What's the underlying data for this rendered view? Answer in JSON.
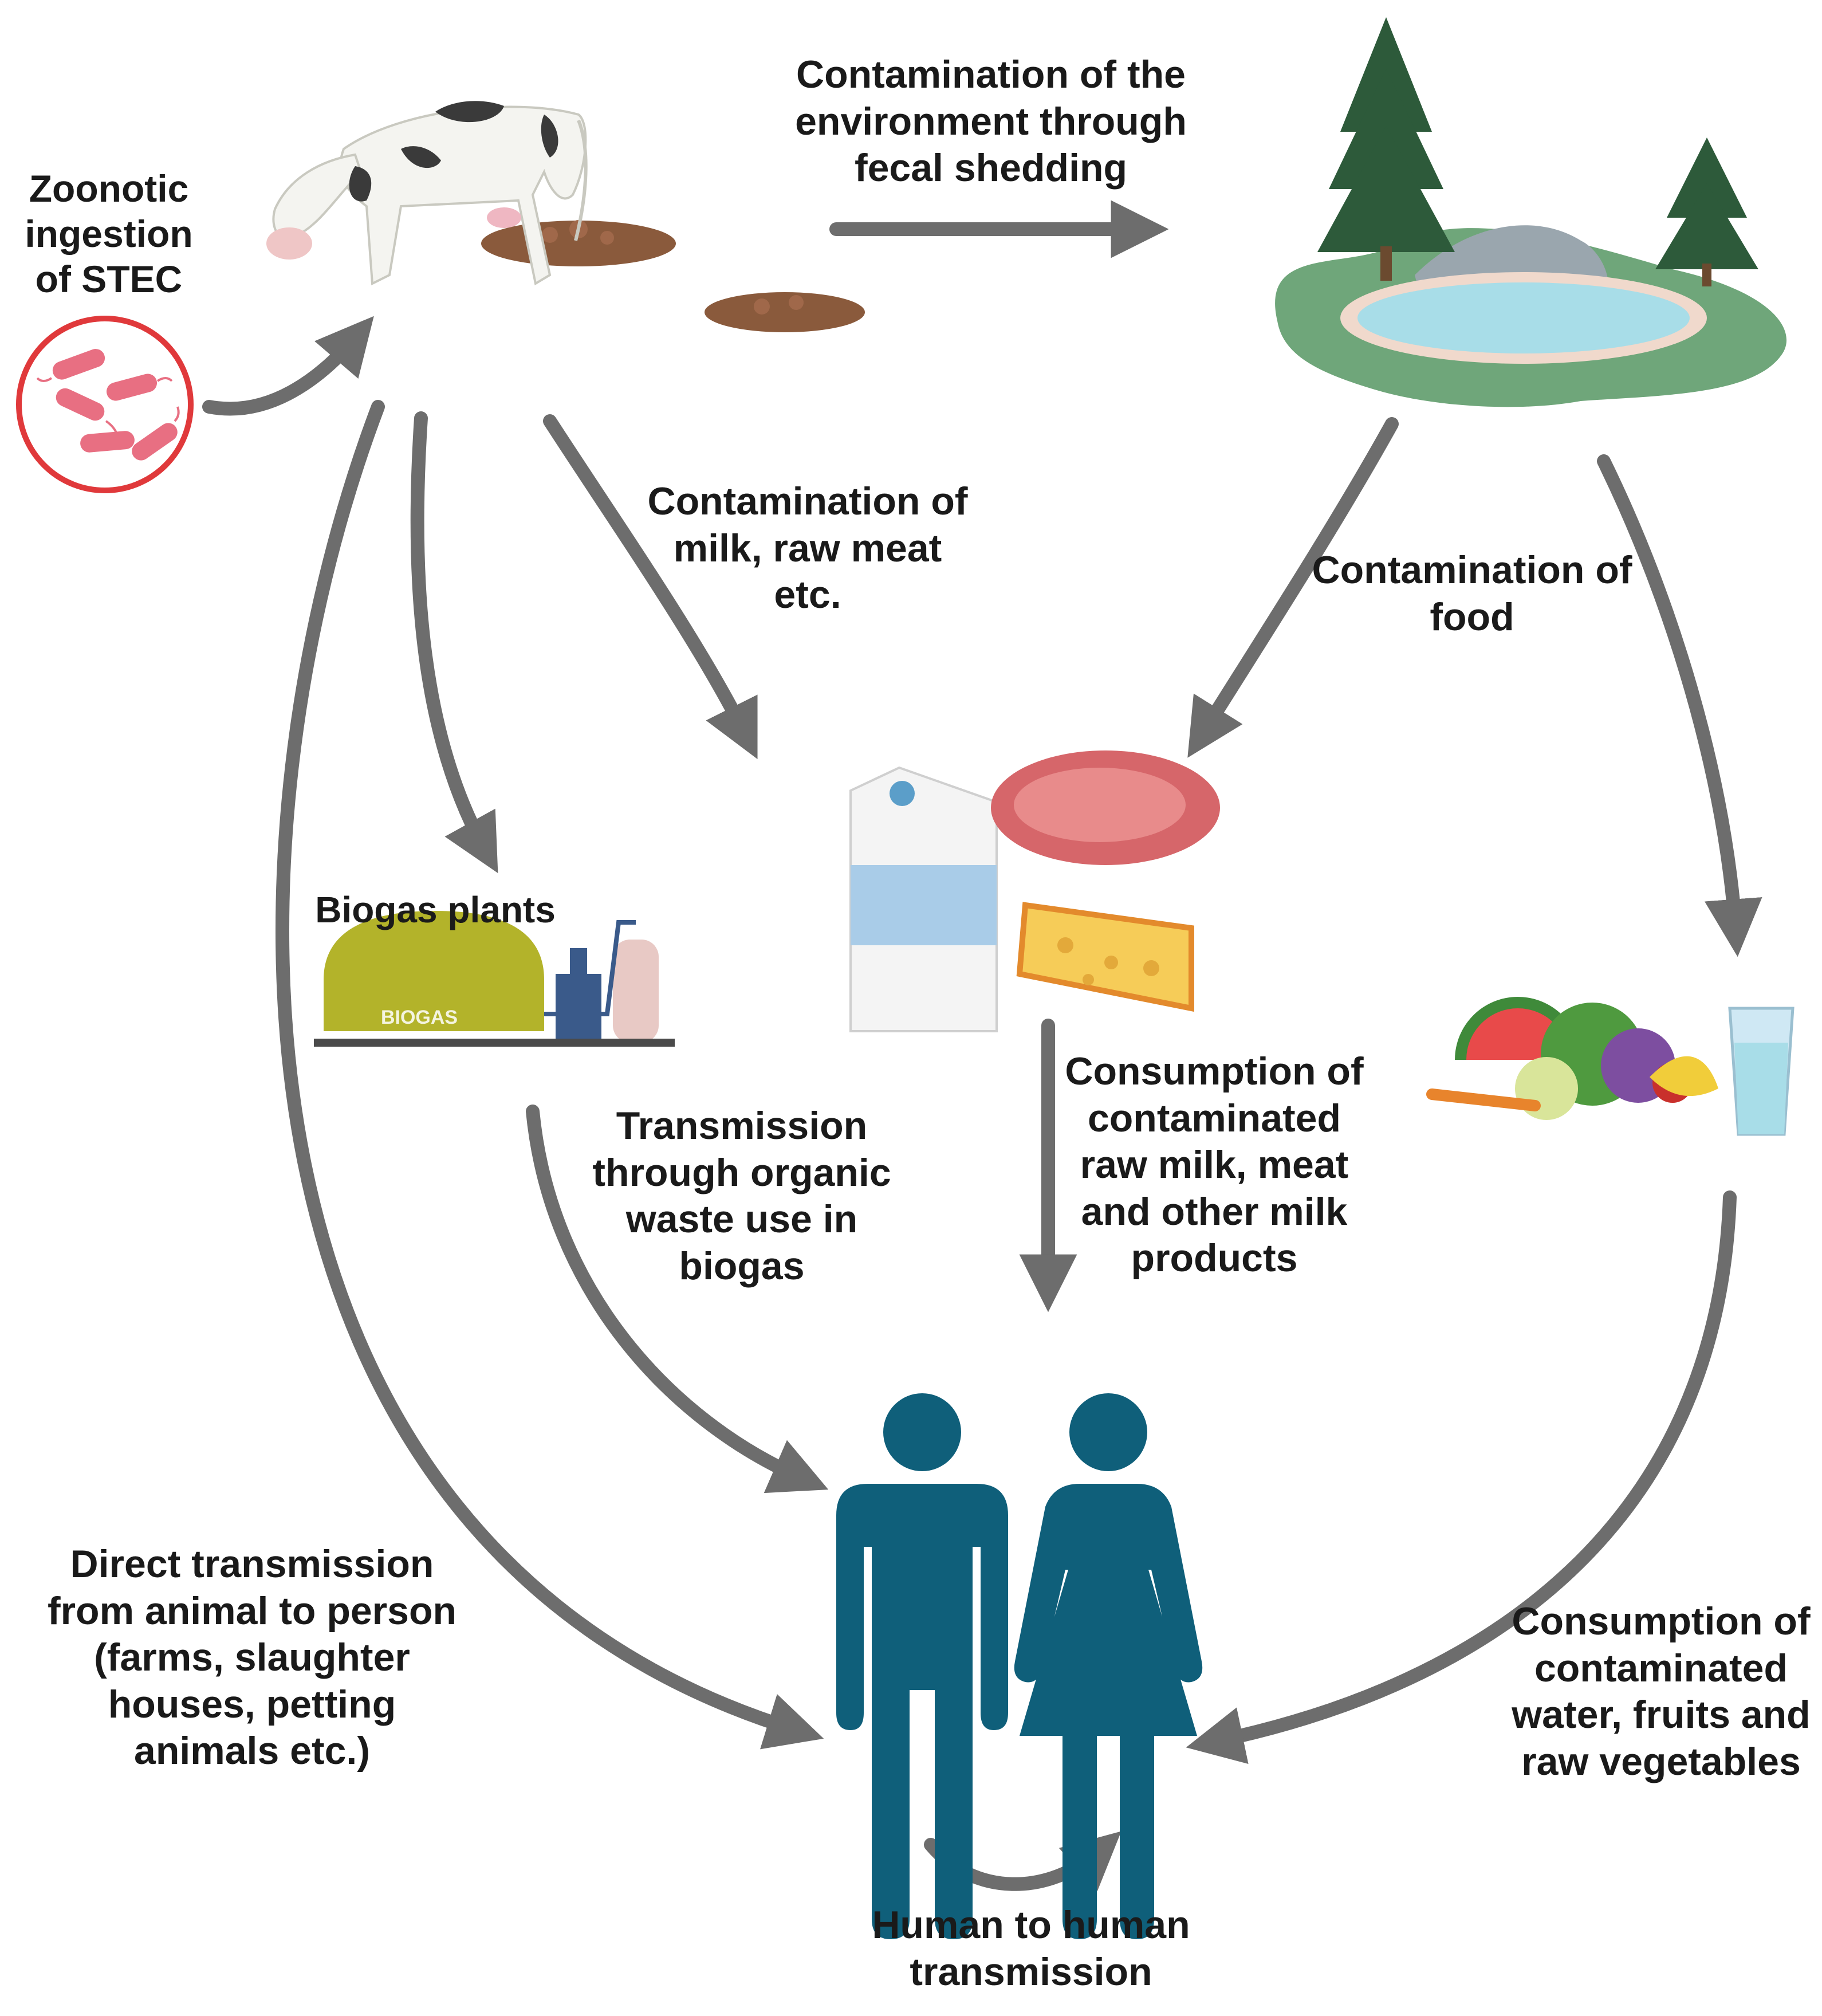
{
  "labels": {
    "zoonotic": "Zoonotic\ningestion\nof STEC",
    "fecal": "Contamination of the\nenvironment through\nfecal shedding",
    "milk_meat": "Contamination of\nmilk, raw meat\netc.",
    "food": "Contamination of\nfood",
    "biogas_plants": "Biogas plants",
    "biogas_tank": "BIOGAS",
    "organic_waste": "Transmission\nthrough organic\nwaste use in\nbiogas",
    "consumption_milk": "Consumption of\ncontaminated\nraw milk, meat\nand other milk\nproducts",
    "direct": "Direct transmission\nfrom animal to person\n(farms, slaughter\nhouses, petting\nanimals etc.)",
    "water_veg": "Consumption of\ncontaminated\nwater, fruits and\nraw vegetables",
    "human_to_human": "Human to human\ntransmission"
  },
  "colors": {
    "arrow": "#6d6d6d",
    "people": "#0f5f7a",
    "bacteria_ring": "#e0393b",
    "bacteria": "#e86f82",
    "biogas_dome": "#b3b32a",
    "water": "#a8dde8",
    "grass": "#6fa67a",
    "rock": "#9aa6ae",
    "tree": "#2d5a3a"
  }
}
